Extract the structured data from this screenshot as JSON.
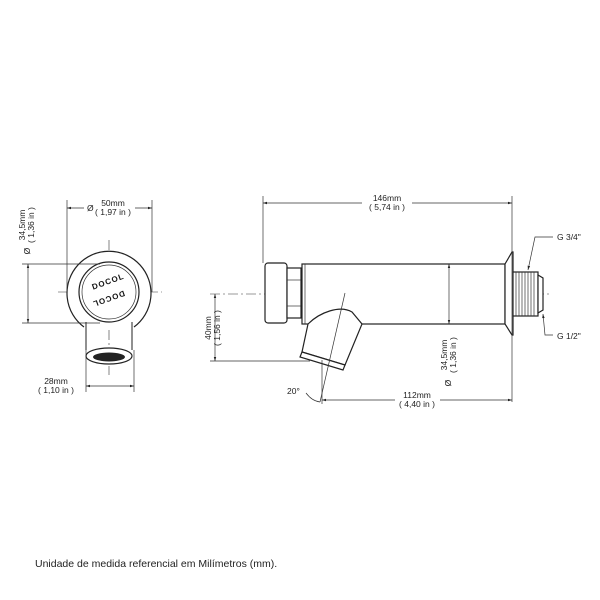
{
  "front_view": {
    "width_mm": "50mm",
    "width_in": "( 1,97 in )",
    "diameter_symbol": "Ø",
    "height_mm": "34,5mm",
    "height_in": "( 1,36 in )",
    "outlet_mm": "28mm",
    "outlet_in": "( 1,10 in )",
    "logo_text": "DOCOL"
  },
  "side_view": {
    "length_mm": "146mm",
    "length_in": "( 5,74 in )",
    "drop_mm": "40mm",
    "drop_in": "( 1,56 in )",
    "diameter_symbol": "Ø",
    "body_diameter_mm": "34,5mm",
    "body_diameter_in": "( 1,36 in )",
    "outlet_offset_mm": "112mm",
    "outlet_offset_in": "( 4,40 in )",
    "angle": "20°",
    "thread_outer": "G 3/4\"",
    "thread_inner": "G 1/2\""
  },
  "caption": "Unidade de medida referencial em Milímetros (mm)."
}
